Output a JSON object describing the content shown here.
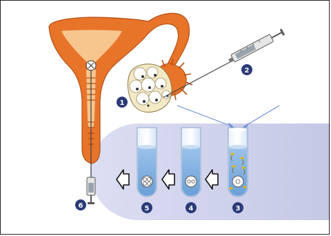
{
  "diagram": {
    "steps": [
      {
        "number": "1",
        "icon": "ovary-follicles-icon"
      },
      {
        "number": "2",
        "icon": "egg-retrieval-syringe-icon"
      },
      {
        "number": "3",
        "icon": "fertilization-tube-icon"
      },
      {
        "number": "4",
        "icon": "zygote-tube-icon"
      },
      {
        "number": "5",
        "icon": "embryo-tube-icon"
      },
      {
        "number": "6",
        "icon": "embryo-transfer-syringe-icon"
      }
    ],
    "colors": {
      "uterus": "#e8742a",
      "uterus_inner": "#f7c68e",
      "panel": "#c9cbe8",
      "number_badge": "#2b3a78",
      "tube_liquid": "#7fb0e0",
      "arrow": "#ffffff",
      "guide_line": "#6c8fd6"
    }
  }
}
